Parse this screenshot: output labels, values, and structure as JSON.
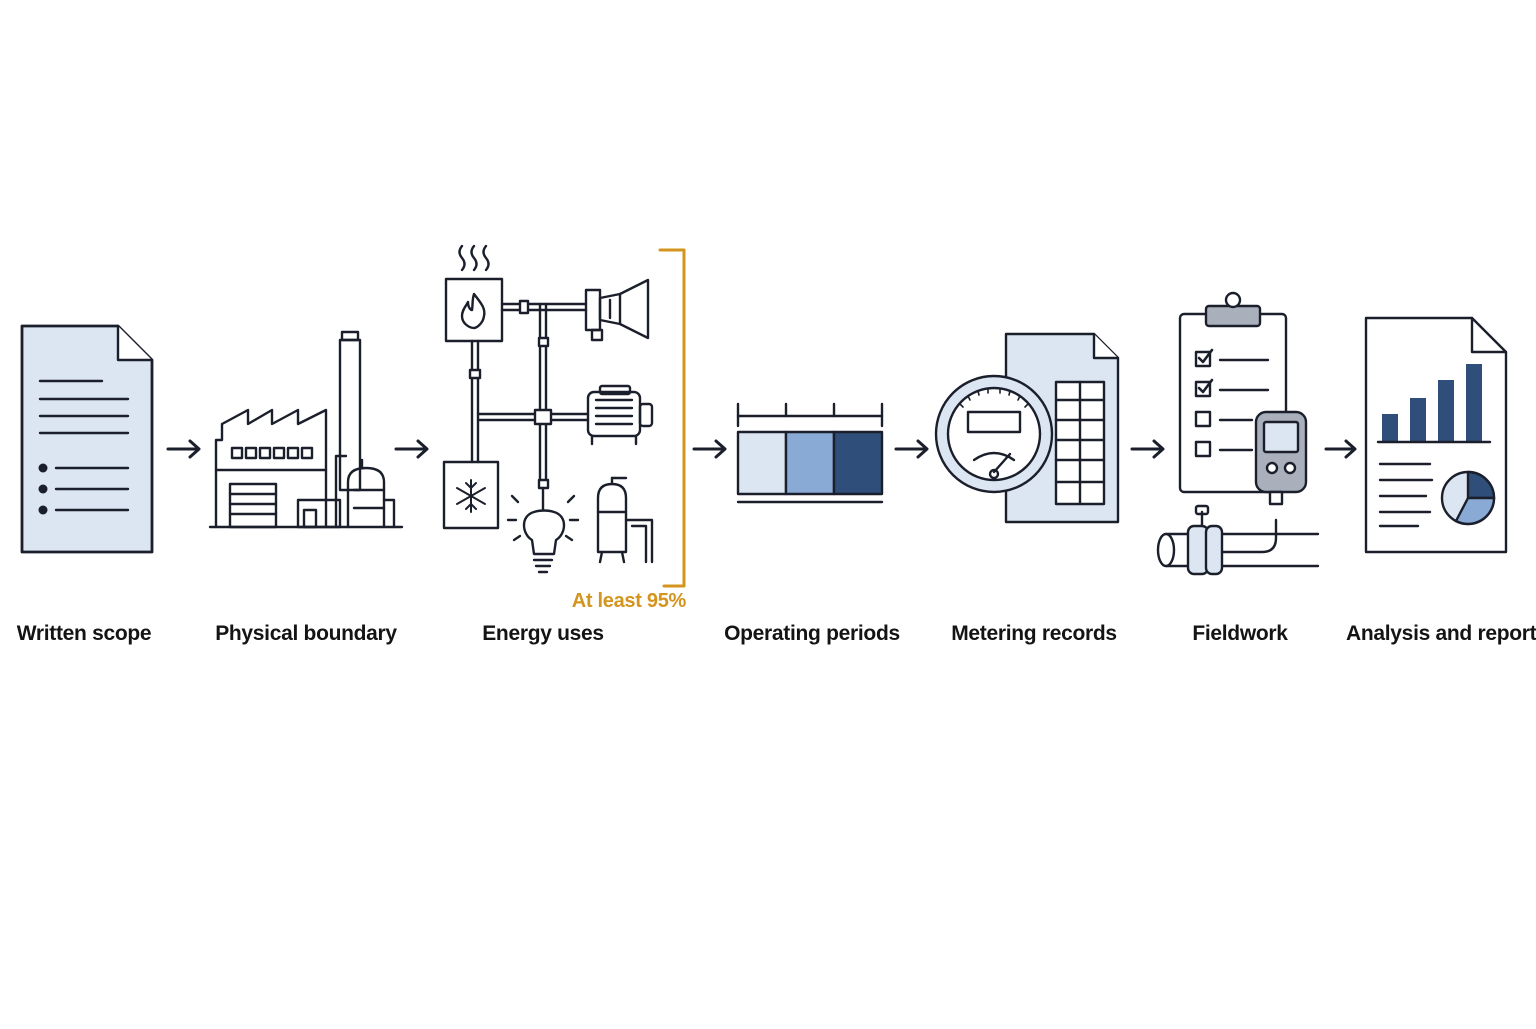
{
  "colors": {
    "stroke": "#1a1f2b",
    "fill_light": "#dce6f3",
    "fill_mid": "#8aaad6",
    "fill_dark": "#2f4f7a",
    "accent": "#D4951F"
  },
  "steps": [
    {
      "label": "Written scope",
      "icon": "document-icon"
    },
    {
      "label": "Physical boundary",
      "icon": "factory-icon"
    },
    {
      "label": "Energy uses",
      "icon": "energy-uses-icon"
    },
    {
      "label": "Operating periods",
      "icon": "timeline-icon"
    },
    {
      "label": "Metering records",
      "icon": "meter-icon"
    },
    {
      "label": "Fieldwork",
      "icon": "clipboard-icon"
    },
    {
      "label": "Analysis and report",
      "icon": "report-icon"
    }
  ],
  "energy_uses_note": "At least 95%"
}
